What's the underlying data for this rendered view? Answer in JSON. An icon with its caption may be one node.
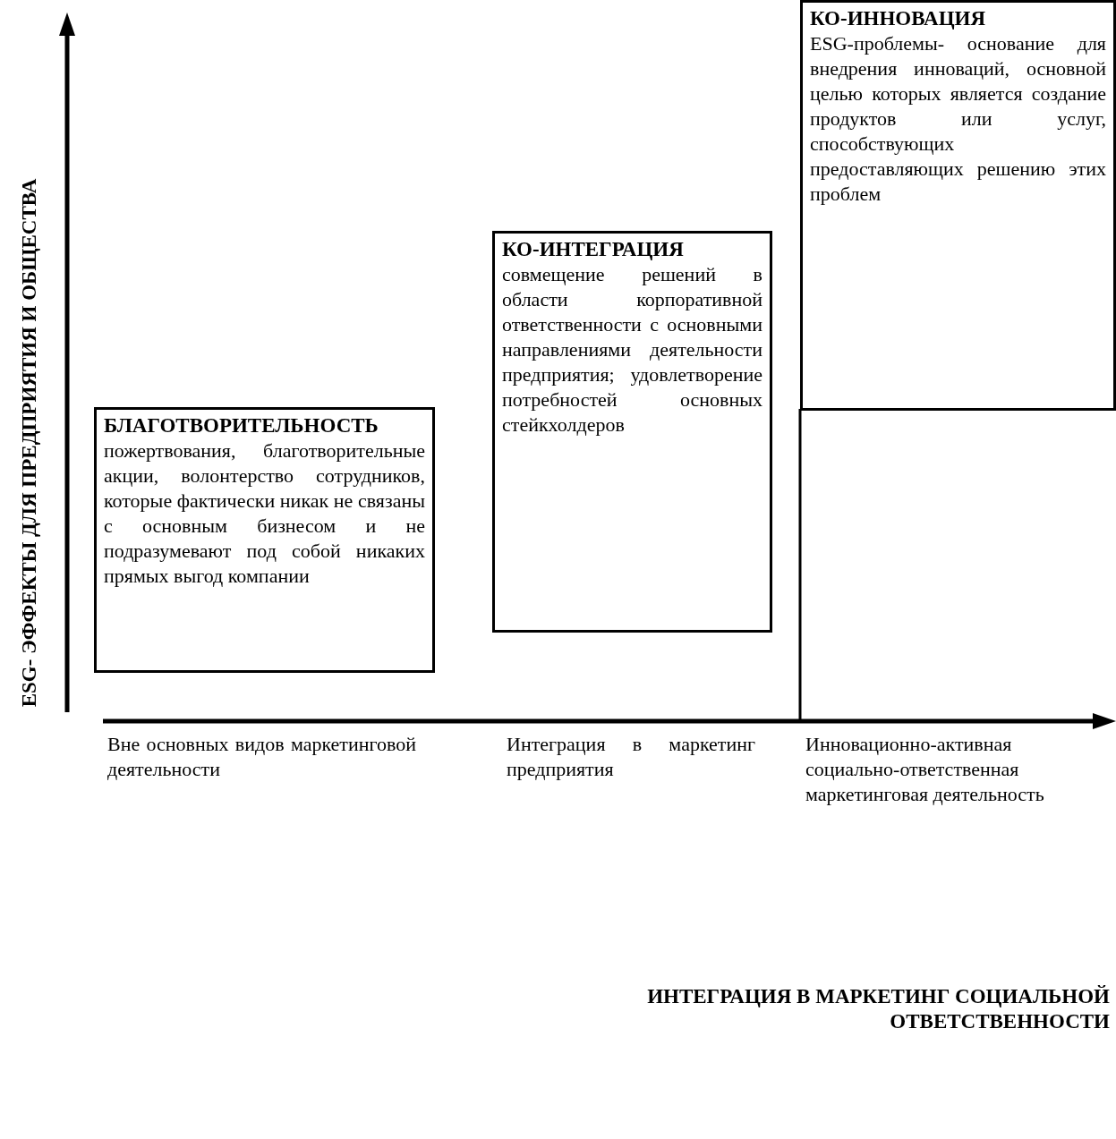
{
  "diagram": {
    "nodes": [
      {
        "text": [
          "БЛАГОТВОРИТЕЛЬНОСТЬ",
          "пожертвования, благотворительные акции, волонтерство сотрудников, которые фактически никак не связаны с основным бизнесом и не подразумевают под собой никаких прямых выгод компании"
        ]
      },
      {
        "text": [
          "КО-ИНТЕГРАЦИЯ",
          "совмещение решений в области корпоративной ответственности с основными направлениями деятельности предприятия; удовлетворение потребностей основных стейкхолдеров"
        ]
      },
      {
        "text": [
          "КО-ИННОВАЦИЯ",
          "ESG-проблемы- основание для внедрения инноваций, основной целью которых является создание продуктов или услуг, способствующих предоставляющих решению этих проблем"
        ]
      }
    ],
    "edges": [],
    "labels": [
      "ESG- ЭФФЕКТЫ ДЛЯ ПРЕДПРИЯТИЯ И ОБЩЕСТВА",
      "Вне основных видов маркетинговой деятельности",
      "Интеграция в маркетинг предприятия",
      "Инновационно-активная социально-ответственная маркетинговая деятельность",
      "ИНТЕГРАЦИЯ В МАРКЕТИНГ СОЦИАЛЬНОЙ ОТВЕТСТВЕННОСТИ"
    ]
  }
}
